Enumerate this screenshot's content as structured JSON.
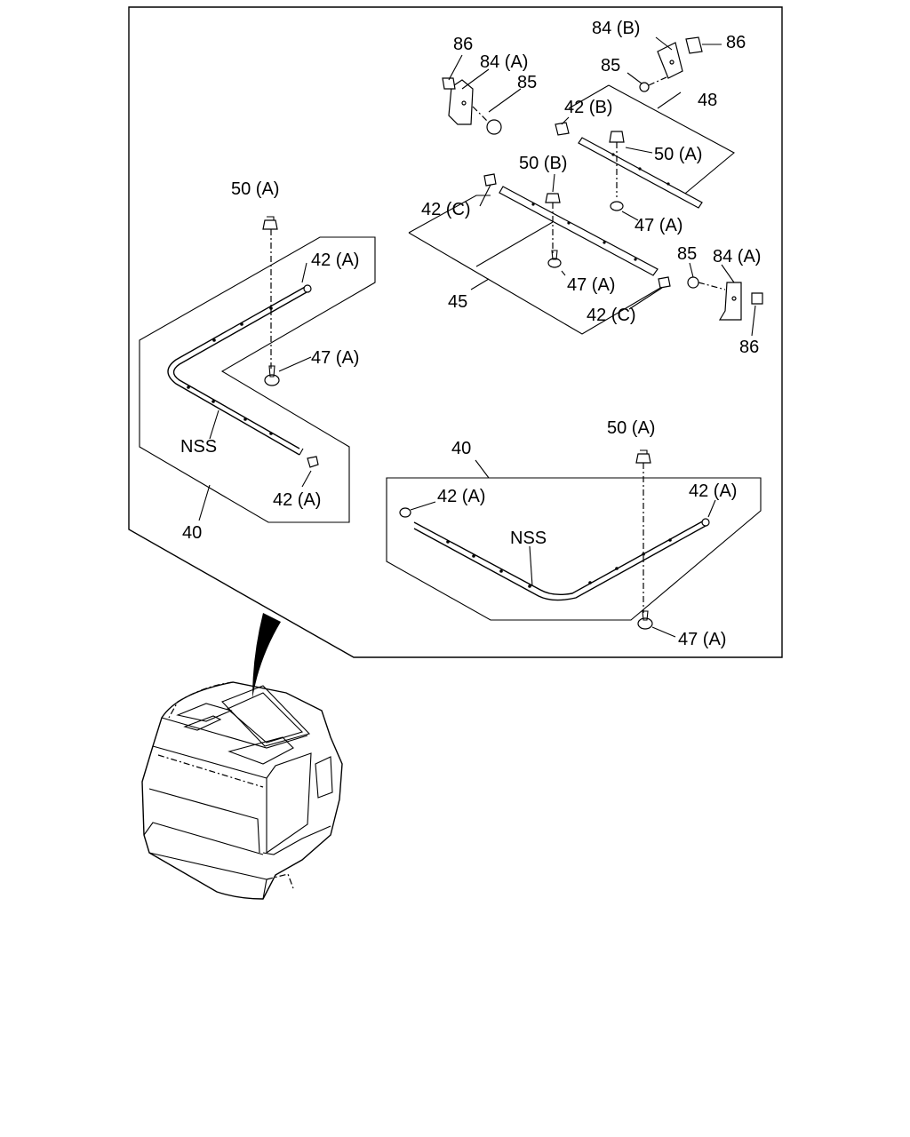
{
  "labels": {
    "p86_a": "86",
    "p84a_a": "84 (A)",
    "p85_a": "85",
    "p84b": "84 (B)",
    "p86_b": "86",
    "p85_b": "85",
    "p48": "48",
    "p42b": "42 (B)",
    "p50a_top": "50 (A)",
    "p50b": "50 (B)",
    "p42c_a": "42 (C)",
    "p47a_a": "47 (A)",
    "p47a_b": "47 (A)",
    "p45": "45",
    "p42c_b": "42 (C)",
    "p85_c": "85",
    "p84a_b": "84 (A)",
    "p86_c": "86",
    "p50a_left": "50 (A)",
    "p42a_left_top": "42 (A)",
    "p47a_left": "47 (A)",
    "nss_left": "NSS",
    "p42a_left_bottom": "42 (A)",
    "p40_left": "40",
    "p40_right": "40",
    "p50a_right": "50 (A)",
    "p42a_right_left": "42 (A)",
    "p42a_right_right": "42 (A)",
    "nss_right": "NSS",
    "p47a_right": "47 (A)"
  }
}
